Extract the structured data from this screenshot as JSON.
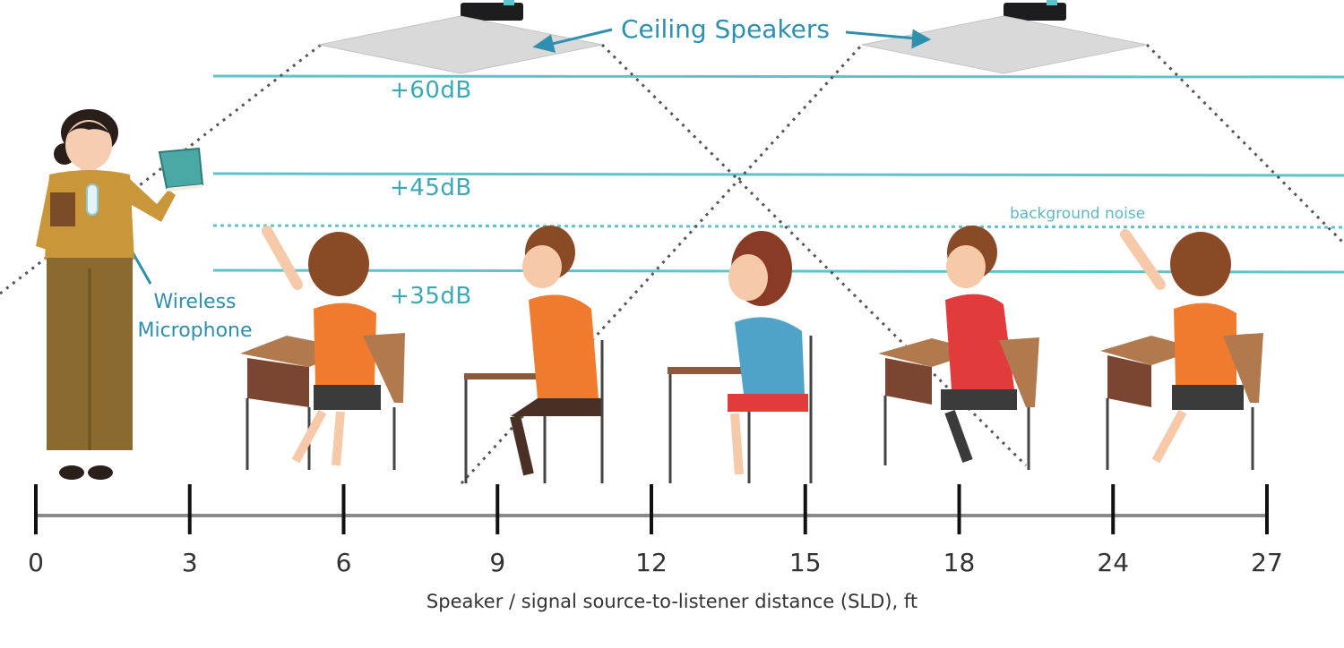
{
  "callouts": {
    "ceiling_speakers": "Ceiling Speakers",
    "microphone_line1": "Wireless",
    "microphone_line2": "Microphone",
    "background_noise": "background noise"
  },
  "levels": [
    {
      "label": "+60dB"
    },
    {
      "label": "+45dB"
    },
    {
      "label": "+35dB"
    }
  ],
  "axis": {
    "ticks": [
      "0",
      "3",
      "6",
      "9",
      "12",
      "15",
      "18",
      "24",
      "27"
    ],
    "caption": "Speaker / signal source-to-listener distance (SLD), ft"
  },
  "colors": {
    "level_line": "#5ec4cc",
    "text_accent": "#2e8fae",
    "dotted_beam": "#555555",
    "axis": "#222222",
    "speaker_panel": "#d9d9d9",
    "desk": "#8b5a3c",
    "shirt_orange": "#f07b2e",
    "shirt_blue": "#4fa3c9",
    "shirt_red": "#e23b3b",
    "hair": "#7a3b22",
    "pants": "#8a6a2e"
  },
  "icons": [
    "ceiling-speaker-icon",
    "teacher-figure",
    "student-figure",
    "desk-icon",
    "book-icon",
    "microphone-icon"
  ]
}
